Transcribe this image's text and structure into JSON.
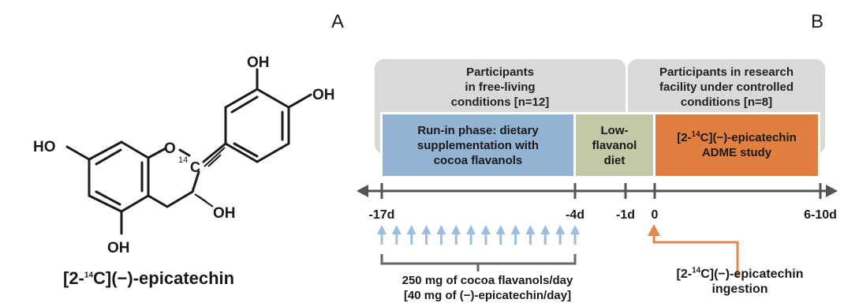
{
  "panel_a": {
    "letter": "A",
    "atoms": {
      "oh_top": "OH",
      "oh_right": "OH",
      "ho_left": "HO",
      "oxygen": "O",
      "carbon": "C",
      "isotope": "14",
      "oh_c3": "OH",
      "oh_bottom": "OH"
    },
    "caption": {
      "prefix": "[2-",
      "sup": "14",
      "suffix": "C](−)-epicatechin"
    }
  },
  "panel_b": {
    "letter": "B",
    "free_living": [
      "Participants",
      "in free-living",
      "conditions [n=12]"
    ],
    "research_facility": [
      "Participants  in research",
      "facility under controlled",
      "conditions [n=8]"
    ],
    "phases": {
      "run_in": [
        "Run-in phase: dietary",
        "supplementation with",
        "cocoa flavanols"
      ],
      "low_flavanol": [
        "Low-",
        "flavanol",
        "diet"
      ],
      "adme": {
        "line1_prefix": "[2-",
        "line1_sup": "14",
        "line1_suffix": "C](−)-epicatechin",
        "line2": "ADME study"
      }
    },
    "timeline": {
      "ticks": [
        "-17d",
        "-4d",
        "-1d",
        "0",
        "6-10d"
      ]
    },
    "supplement_note": [
      "250 mg of cocoa flavanols/day",
      "[40 mg of (−)-epicatechin/day]"
    ],
    "ingestion_note": {
      "prefix": "[2-",
      "sup": "14",
      "suffix": "C](−)-epicatechin",
      "line2": "ingestion"
    },
    "colors": {
      "run_in": "#93b3d3",
      "low_flavanol": "#c4c8a7",
      "adme": "#e07f3f",
      "header_gray": "#d9d9d9",
      "arrow_blue": "#9bbde0",
      "timeline": "#555555",
      "ingestion_arrow": "#e08a50"
    }
  }
}
